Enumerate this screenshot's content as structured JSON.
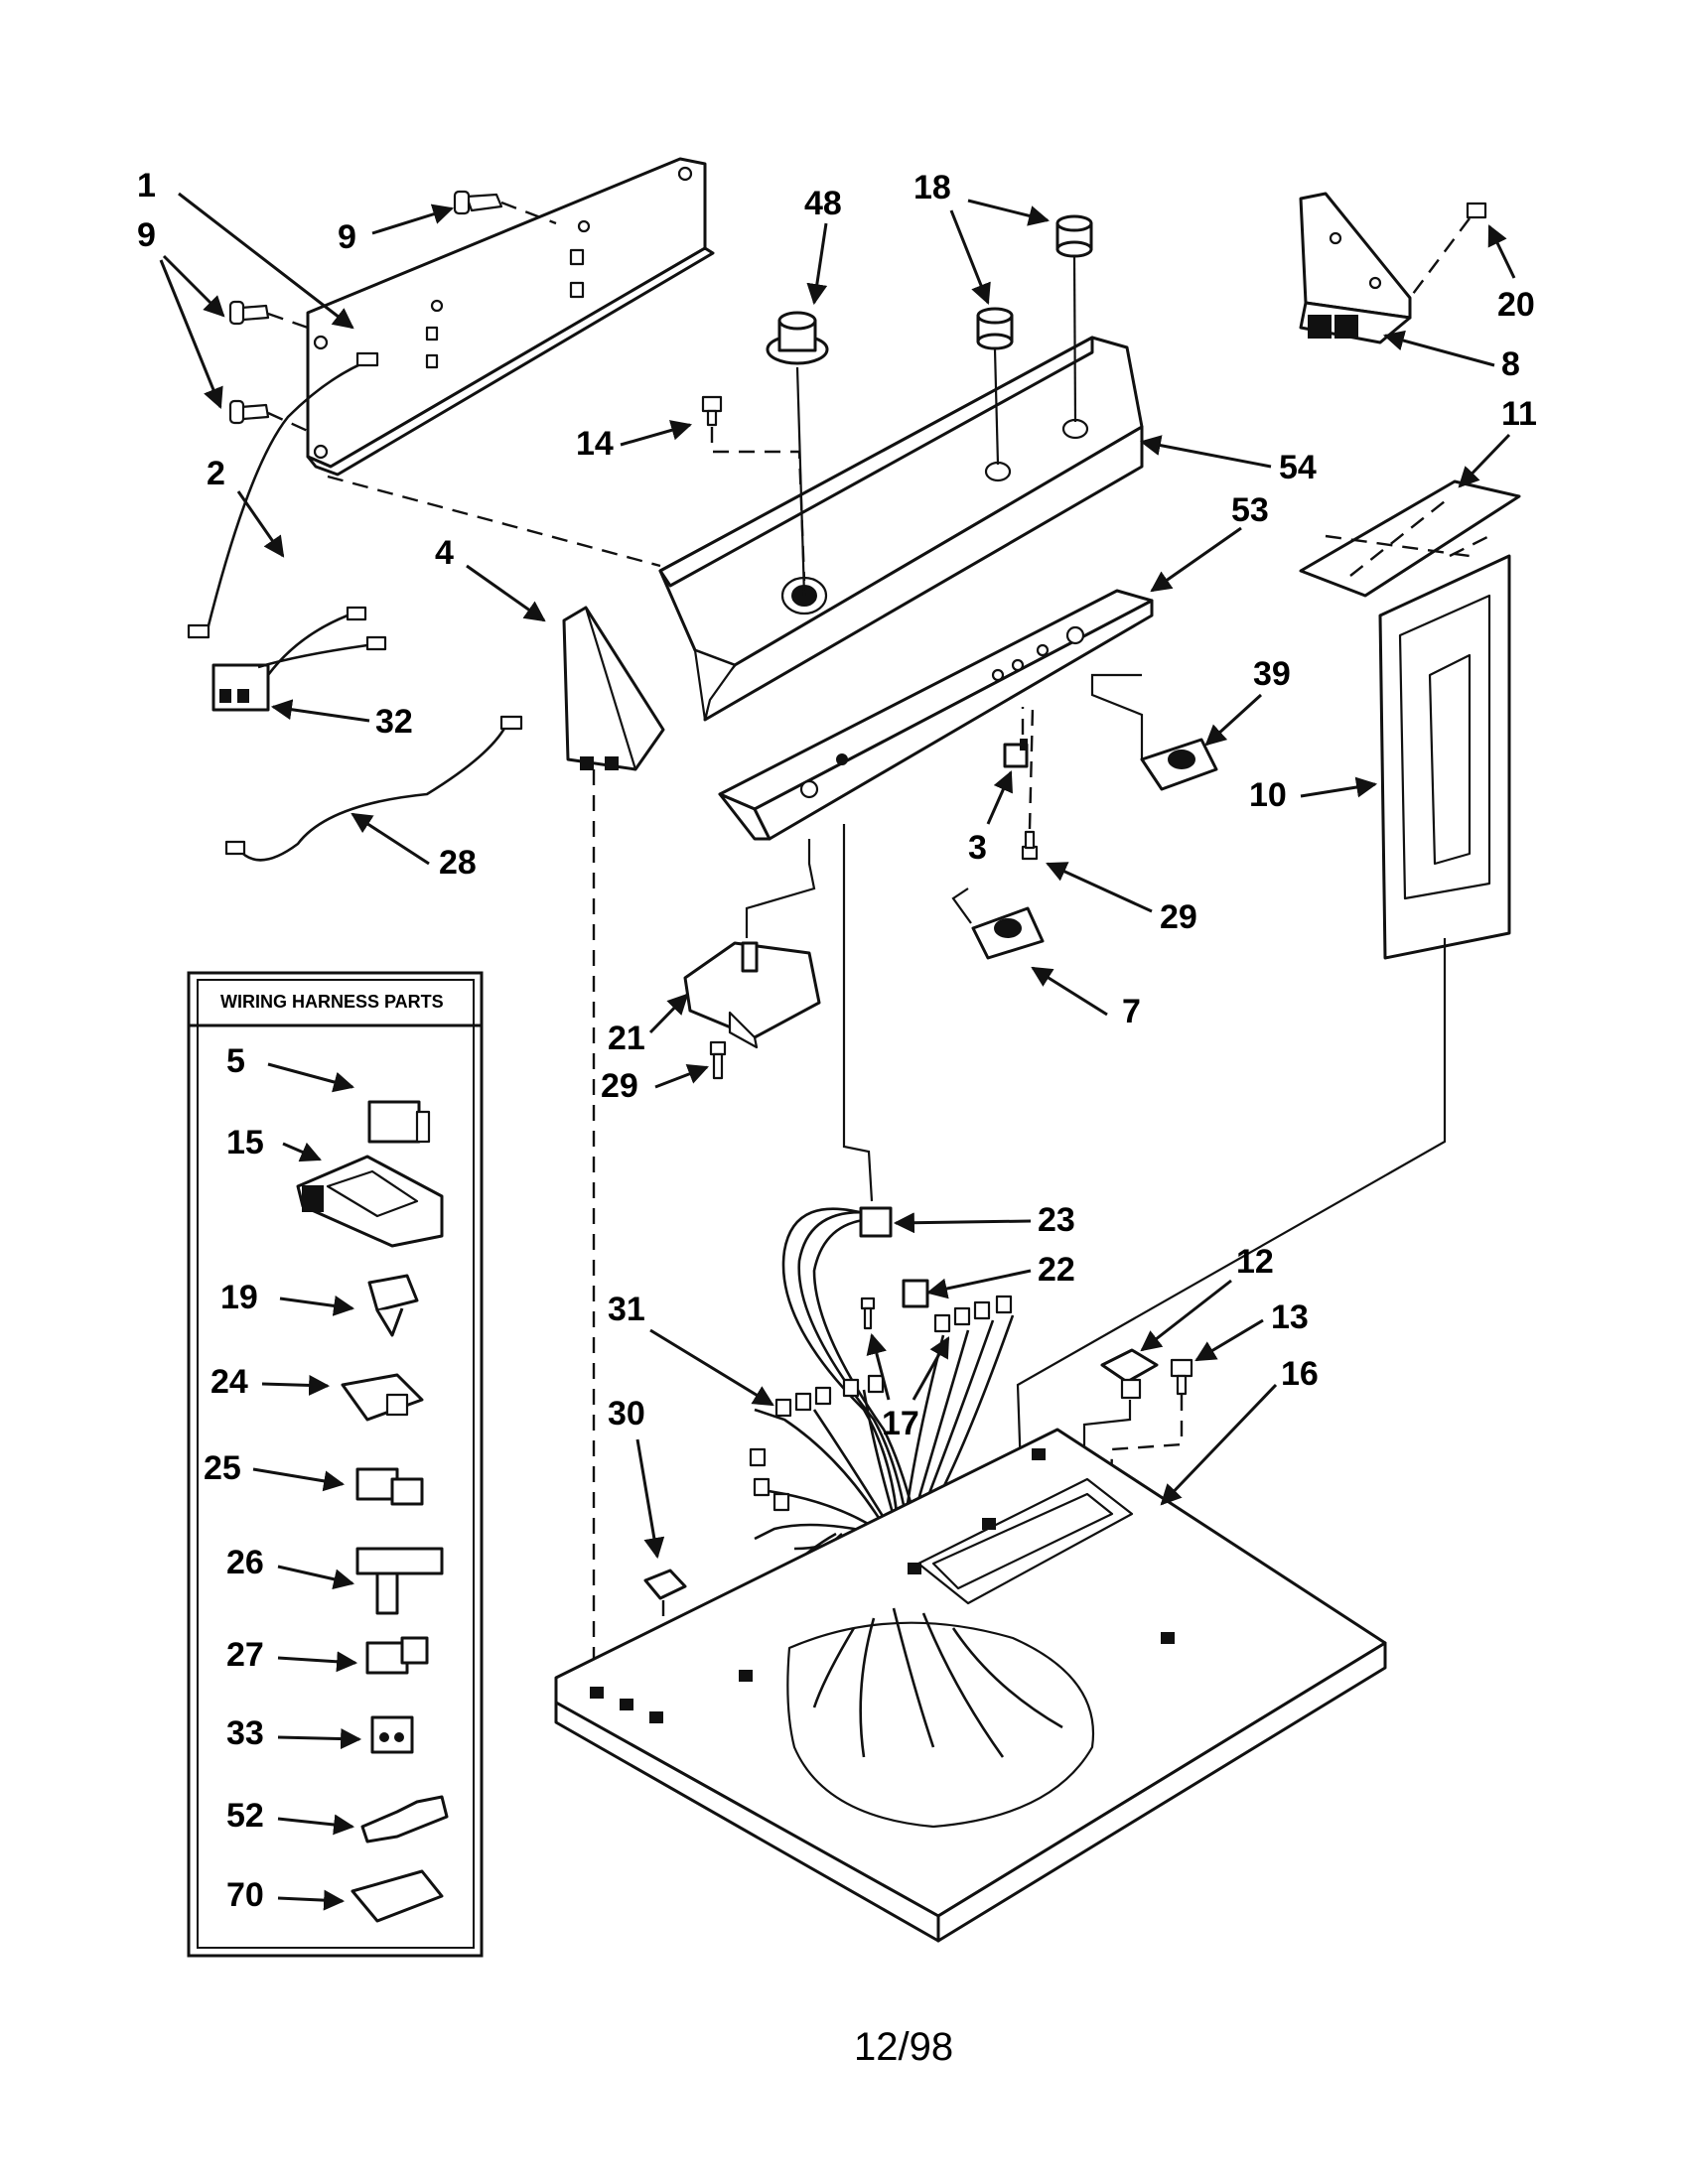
{
  "legend": {
    "title": "WIRING HARNESS PARTS",
    "items": [
      "5",
      "15",
      "19",
      "24",
      "25",
      "26",
      "27",
      "33",
      "52",
      "70"
    ]
  },
  "callouts": {
    "p1": "1",
    "p9a": "9",
    "p9b": "9",
    "p2": "2",
    "p32": "32",
    "p28": "28",
    "p4": "4",
    "p48": "48",
    "p18": "18",
    "p14": "14",
    "p54": "54",
    "p53": "53",
    "p20": "20",
    "p8": "8",
    "p11": "11",
    "p39": "39",
    "p10": "10",
    "p3": "3",
    "p29a": "29",
    "p7": "7",
    "p21": "21",
    "p29b": "29",
    "p23": "23",
    "p22": "22",
    "p31": "31",
    "p17": "17",
    "p12": "12",
    "p13": "13",
    "p16": "16",
    "p30": "30"
  },
  "footer": {
    "date_code": "12/98"
  }
}
